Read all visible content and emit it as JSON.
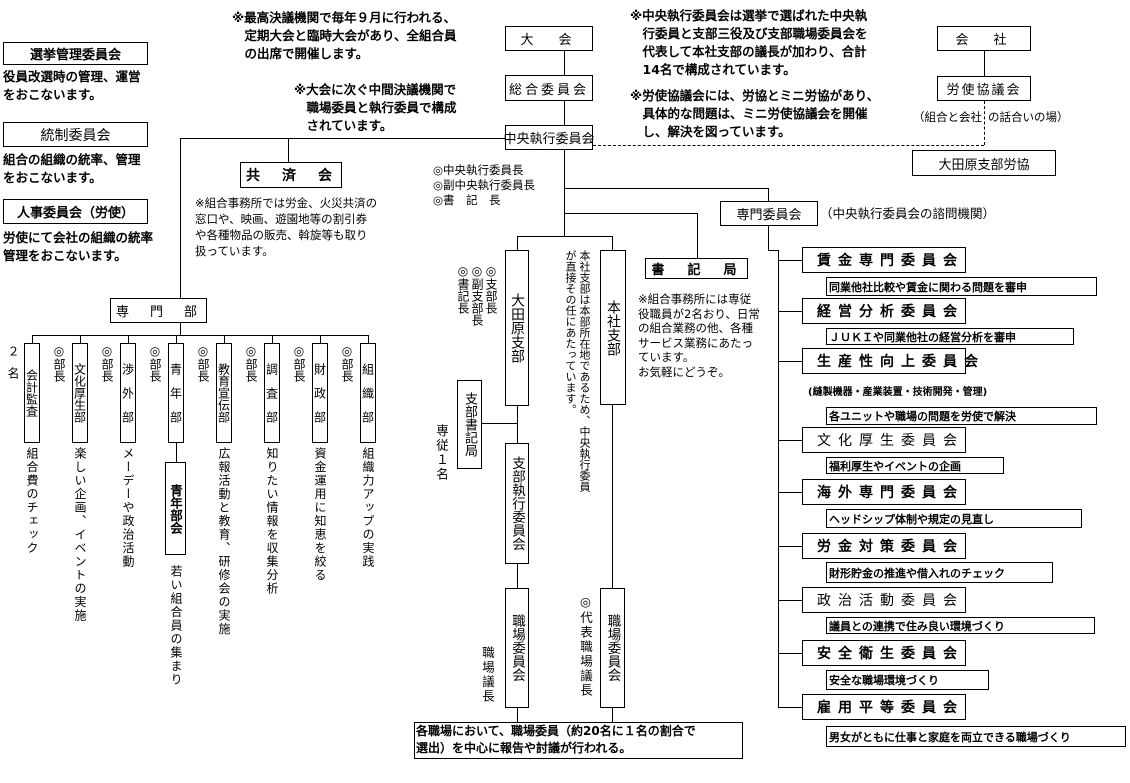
{
  "left_committees": [
    {
      "label": "選挙管理委員会",
      "desc": "役員改選時の管理、運営\nをおこないます。"
    },
    {
      "label": "統制委員会",
      "desc": "組合の組織の統率、管理\nをおこないます。"
    },
    {
      "label": "人事委員会（労使）",
      "desc": "労使にて会社の組織の統率\n管理をおこないます。"
    }
  ],
  "notes": {
    "taikai": "※最高決議機関で毎年９月に行われる、\n　定期大会と臨時大会があり、全組合員\n　の出席で開催します。",
    "sogo": "※大会に次ぐ中間決議機関で\n　職場委員と執行委員で構成\n　されています。",
    "chuo": "※中央執行委員会は選挙で選ばれた中央執\n　行委員と支部三役及び支部職場委員会を\n　代表して本社支部の議長が加わり、合計\n　14名で構成されています。",
    "roshi": "※労使協議会には、労協とミニ労協があり、\n　具体的な問題は、ミニ労使協議会を開催\n　し、解決を図っています。"
  },
  "main": {
    "taikai": "大　会",
    "sogo": "総合委員会",
    "chuo": "中央執行委員会",
    "chuo_officers": "◎中央執行委員長\n◎副中央執行委員長\n◎書　記　長",
    "kaisha": "会　社",
    "roshi_kyogikai": "労使協議会",
    "roshi_note_a": "（組合と会社",
    "roshi_note_b": "の話合いの場）",
    "otawara_rokyo": "大田原支部労協",
    "senmon_iinkai": "専門委員会",
    "senmon_iinkai_note": "（中央執行委員会の諮問機関）"
  },
  "kyosai": {
    "label": "共　済　会",
    "desc": "※組合事務所では労金、火災共済の\n窓口や、映画、遊園地等の割引券\nや各種物品の販売、斡旋等も取り\n扱っています。"
  },
  "shokikyoku": {
    "label": "書　記　局",
    "desc": "※組合事務所には専従\n役職員が2名おり、日常\nの組合業務の他、各種\nサービス業務にあたっ\nています。\nお気軽にどうぞ。"
  },
  "branches": {
    "otawara": "大田原支部",
    "otawara_officers": [
      "◎支部長",
      "◎副支部長",
      "◎書記長"
    ],
    "shibu_shokikyoku": "支部書記局",
    "senju": "専従１名",
    "shibu_shikko": "支部執行委員会",
    "shokuba_left": "職場委員会",
    "shokuba_gicho": "職場議長",
    "honsha": "本社支部",
    "honsha_note": "本社支部は本部所在地であるため、中央執行委員\nが直接その任にあたっています。",
    "shokuba_right": "職場委員会",
    "daihyo_gicho": "◎代表職場議長",
    "bottom_note": "各職場において、職場委員（約20名に１名の割合で\n選出）を中心に報告や討議が行われる。"
  },
  "senmonbu": {
    "label": "専　門　部",
    "count_note": "２名",
    "bucho": "◎部長",
    "departments": [
      {
        "label": "会計監査",
        "desc": "組合費のチェック"
      },
      {
        "label": "文化厚生部",
        "desc": "楽しい企画、イベントの実施"
      },
      {
        "label": "渉　外　部",
        "desc": "メーデーや政治活動"
      },
      {
        "label": "青　年　部",
        "desc": "若い組合員の集まり"
      },
      {
        "label": "教育宣伝部",
        "desc": "広報活動と教育、研修会の実施"
      },
      {
        "label": "調　査　部",
        "desc": "知りたい情報を収集分析"
      },
      {
        "label": "財　政　部",
        "desc": "資金運用に知恵を絞る"
      },
      {
        "label": "組　織　部",
        "desc": "組織力アップの実践"
      }
    ],
    "seinen_bukai": "青年部会"
  },
  "committees": [
    {
      "label": "賃金専門委員会",
      "desc": "同業他社比較や賃金に関わる問題を審申"
    },
    {
      "label": "経営分析委員会",
      "desc": "ＪＵＫＩや同業他社の経営分析を審申"
    },
    {
      "label": "生産性向上委員会",
      "sub": "(縫製機器・産業装置・技術開発・管理)",
      "desc": "各ユニットや職場の問題を労使で解決"
    },
    {
      "label": "文化厚生委員会",
      "desc": "福利厚生やイベントの企画"
    },
    {
      "label": "海外専門委員会",
      "desc": "ヘッドシップ体制や規定の見直し"
    },
    {
      "label": "労金対策委員会",
      "desc": "財形貯金の推進や借入れのチェック"
    },
    {
      "label": "政治活動委員会",
      "desc": "議員との連携で住み良い環境づくり"
    },
    {
      "label": "安全衛生委員会",
      "desc": "安全な職場環境づくり"
    },
    {
      "label": "雇用平等委員会",
      "desc": "男女がともに仕事と家庭を両立できる職場づくり"
    }
  ]
}
